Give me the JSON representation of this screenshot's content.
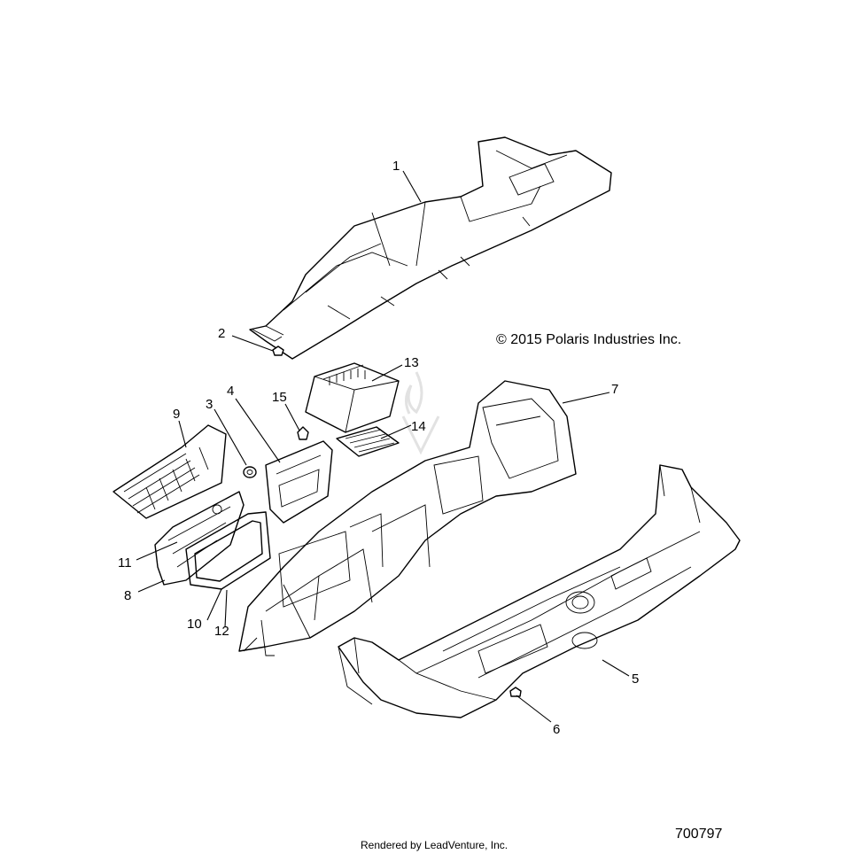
{
  "copyright": "© 2015 Polaris Industries Inc.",
  "footer": "Rendered by LeadVenture, Inc.",
  "diagram_number": "700797",
  "callouts": {
    "c1": "1",
    "c2": "2",
    "c3": "3",
    "c4": "4",
    "c5": "5",
    "c6": "6",
    "c7": "7",
    "c8": "8",
    "c9": "9",
    "c10": "10",
    "c11": "11",
    "c12": "12",
    "c13": "13",
    "c14": "14",
    "c15": "15"
  },
  "watermark_icon": "leadventure-flame-logo-icon"
}
